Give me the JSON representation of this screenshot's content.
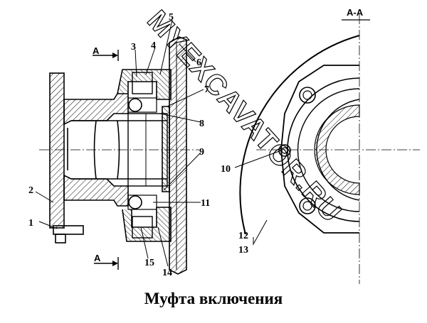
{
  "caption": "Муфта включения",
  "section_title": "A-A",
  "section_marks": [
    "A",
    "A"
  ],
  "callouts": [
    "1",
    "2",
    "3",
    "4",
    "5",
    "6",
    "7",
    "8",
    "9",
    "10",
    "11",
    "12",
    "13",
    "14",
    "15"
  ],
  "watermark": "MYEXCAVATOR.RU",
  "colors": {
    "ink": "#000000",
    "paper": "#ffffff"
  }
}
